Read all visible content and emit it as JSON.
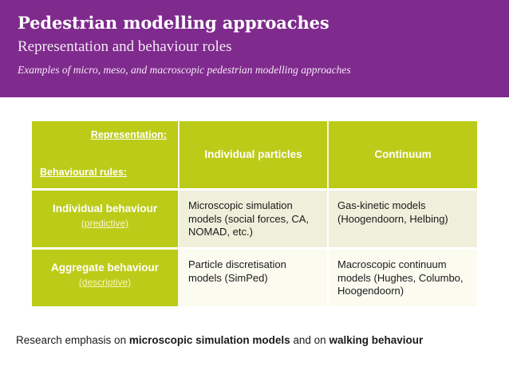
{
  "banner": {
    "title": "Pedestrian modelling approaches",
    "subtitle": "Representation and behaviour roles",
    "note": "Examples of micro, meso, and macroscopic pedestrian modelling approaches",
    "background_color": "#7f2a8d",
    "text_color": "#ffffff"
  },
  "table": {
    "accent_color": "#bccb18",
    "corner": {
      "representation_label": "Representation:",
      "behavioural_label": "Behavioural rules:"
    },
    "columns": [
      {
        "label": "Individual particles"
      },
      {
        "label": "Continuum"
      }
    ],
    "rows": [
      {
        "label": "Individual behaviour",
        "sublabel": "(predictive)",
        "cells": [
          "Microscopic simulation models (social forces, CA, NOMAD, etc.)",
          "Gas-kinetic models (Hoogendoorn, Helbing)"
        ]
      },
      {
        "label": "Aggregate behaviour",
        "sublabel": "(descriptive)",
        "cells": [
          "Particle discretisation models (SimPed)",
          "Macroscopic continuum models (Hughes, Columbo, Hoogendoorn)"
        ]
      }
    ]
  },
  "caption": {
    "part1": "Research emphasis on ",
    "emphasis1": "microscopic simulation models",
    "part2": " and on ",
    "emphasis2": "walking behaviour"
  }
}
